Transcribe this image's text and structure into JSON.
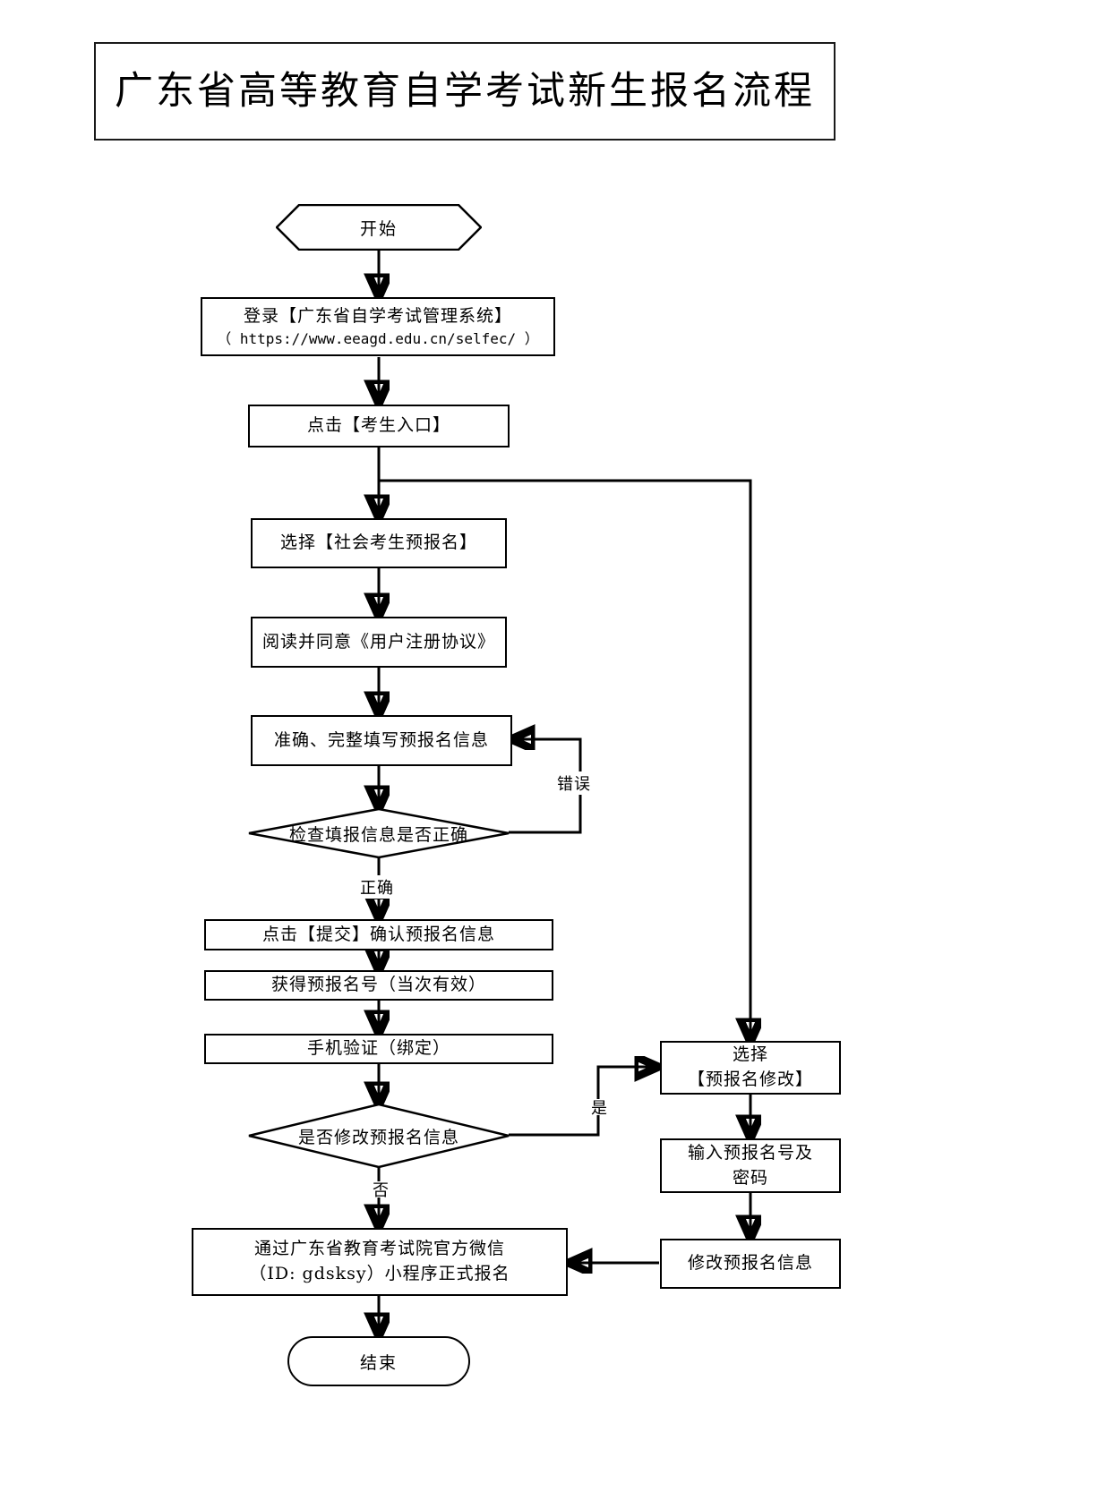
{
  "document": {
    "title": "广东省高等教育自学考试新生报名流程"
  },
  "flowchart": {
    "type": "flowchart",
    "nodes": [
      {
        "id": "start",
        "shape": "hexagon",
        "label": "开始"
      },
      {
        "id": "login",
        "shape": "rectangle",
        "line1": "登录【广东省自学考试管理系统】",
        "line2": "（ https://www.eeagd.edu.cn/selfec/ ）"
      },
      {
        "id": "entry",
        "shape": "rectangle",
        "label": "点击【考生入口】"
      },
      {
        "id": "pre_register",
        "shape": "rectangle",
        "label": "选择【社会考生预报名】"
      },
      {
        "id": "agreement",
        "shape": "rectangle",
        "label": "阅读并同意《用户注册协议》"
      },
      {
        "id": "fill_info",
        "shape": "rectangle",
        "label": "准确、完整填写预报名信息"
      },
      {
        "id": "check_info",
        "shape": "diamond",
        "label": "检查填报信息是否正确"
      },
      {
        "id": "submit",
        "shape": "rectangle",
        "label": "点击【提交】确认预报名信息"
      },
      {
        "id": "get_number",
        "shape": "rectangle",
        "label": "获得预报名号（当次有效）"
      },
      {
        "id": "phone_verify",
        "shape": "rectangle",
        "label": "手机验证（绑定）"
      },
      {
        "id": "modify_q",
        "shape": "diamond",
        "label": "是否修改预报名信息"
      },
      {
        "id": "choose_modify",
        "shape": "rectangle",
        "line1": "选择",
        "line2": "【预报名修改】"
      },
      {
        "id": "input_cred",
        "shape": "rectangle",
        "line1": "输入预报名号及",
        "line2": "密码"
      },
      {
        "id": "do_modify",
        "shape": "rectangle",
        "label": "修改预报名信息"
      },
      {
        "id": "wechat",
        "shape": "rectangle",
        "line1": "通过广东省教育考试院官方微信",
        "line2": "（ID: gdsksy）小程序正式报名"
      },
      {
        "id": "end",
        "shape": "rounded",
        "label": "结束"
      }
    ],
    "edge_labels": {
      "error": "错误",
      "correct": "正确",
      "yes": "是",
      "no": "否"
    },
    "edges": [
      {
        "from": "start",
        "to": "login"
      },
      {
        "from": "login",
        "to": "entry"
      },
      {
        "from": "entry",
        "to": "pre_register"
      },
      {
        "from": "entry",
        "to": "choose_modify"
      },
      {
        "from": "pre_register",
        "to": "agreement"
      },
      {
        "from": "agreement",
        "to": "fill_info"
      },
      {
        "from": "fill_info",
        "to": "check_info"
      },
      {
        "from": "check_info",
        "to": "fill_info",
        "label": "错误"
      },
      {
        "from": "check_info",
        "to": "submit",
        "label": "正确"
      },
      {
        "from": "submit",
        "to": "get_number"
      },
      {
        "from": "get_number",
        "to": "phone_verify"
      },
      {
        "from": "phone_verify",
        "to": "modify_q"
      },
      {
        "from": "modify_q",
        "to": "choose_modify",
        "label": "是"
      },
      {
        "from": "modify_q",
        "to": "wechat",
        "label": "否"
      },
      {
        "from": "choose_modify",
        "to": "input_cred"
      },
      {
        "from": "input_cred",
        "to": "do_modify"
      },
      {
        "from": "do_modify",
        "to": "wechat"
      },
      {
        "from": "wechat",
        "to": "end"
      }
    ]
  },
  "colors": {
    "stroke": "#000000",
    "background": "#ffffff"
  }
}
